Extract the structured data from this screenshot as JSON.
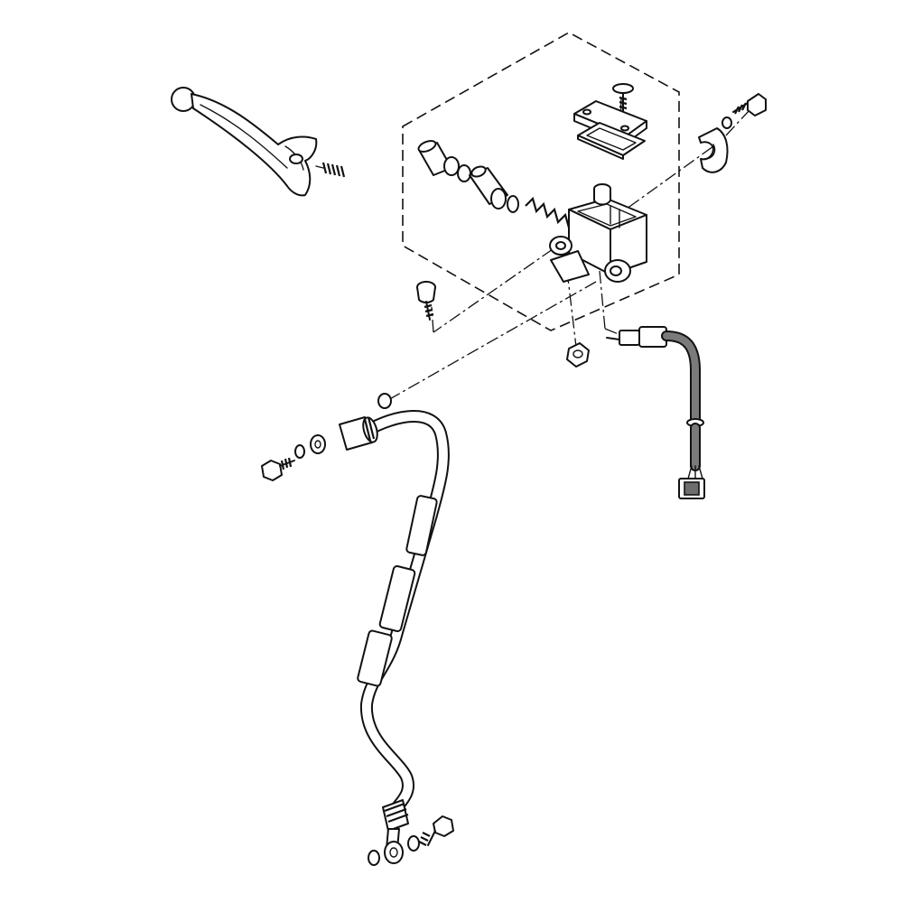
{
  "diagram": {
    "type": "exploded-parts-view",
    "background": "#ffffff",
    "line_color": "#111111",
    "shade_color": "#6e6e6e",
    "parts": [
      "brake-lever",
      "pivot-bolt",
      "lever-spring",
      "master-cylinder-body",
      "reservoir-cap",
      "cap-screw",
      "cap-diaphragm",
      "piston-kit",
      "piston-spring",
      "handlebar-clamp",
      "clamp-bolt",
      "clamp-washer",
      "pivot-nut",
      "brake-light-switch",
      "switch-connector",
      "brake-hose",
      "banjo-bolt",
      "sealing-washer"
    ]
  }
}
